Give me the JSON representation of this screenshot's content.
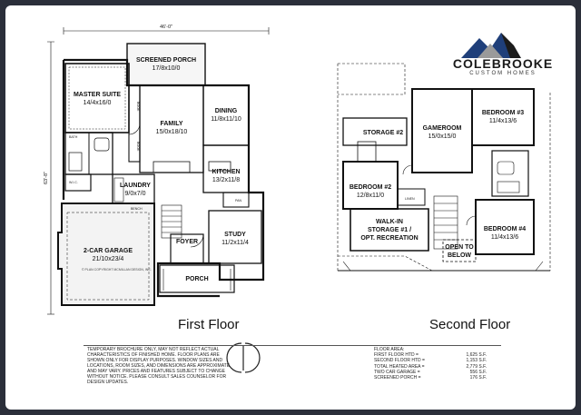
{
  "first_floor": {
    "overall_width": "46'-0\"",
    "overall_depth": "63'-8\"",
    "rooms": {
      "screened_porch": {
        "name": "SCREENED PORCH",
        "dims": "17/8x10/0"
      },
      "master_suite": {
        "name": "MASTER SUITE",
        "dims": "14/4x16/0"
      },
      "family": {
        "name": "FAMILY",
        "dims": "15/0x18/10"
      },
      "dining": {
        "name": "DINING",
        "dims": "11/8x11/10"
      },
      "kitchen": {
        "name": "KITCHEN",
        "dims": "13/2x11/8"
      },
      "laundry": {
        "name": "LAUNDRY",
        "dims": "9/0x7/0"
      },
      "garage": {
        "name": "2-CAR GARAGE",
        "dims": "21/10x23/4"
      },
      "foyer": {
        "name": "FOYER"
      },
      "study": {
        "name": "STUDY",
        "dims": "11/2x11/4"
      },
      "porch": {
        "name": "PORCH"
      }
    },
    "small_labels": {
      "bath": "BATH",
      "wic": "W.I.C.",
      "pantry": "PAN",
      "bench": "BENCH",
      "books1": "BOOK",
      "books2": "BOOK"
    },
    "label": "First Floor"
  },
  "second_floor": {
    "rooms": {
      "storage2": {
        "name": "STORAGE #2"
      },
      "gameroom": {
        "name": "GAMEROOM",
        "dims": "15/0x15/0"
      },
      "bedroom3": {
        "name": "BEDROOM #3",
        "dims": "11/4x13/6"
      },
      "bedroom2": {
        "name": "BEDROOM #2",
        "dims": "12/8x11/0"
      },
      "walkin": {
        "name": "WALK-IN",
        "line2": "STORAGE #1 /",
        "line3": "OPT. RECREATION"
      },
      "bedroom4": {
        "name": "BEDROOM #4",
        "dims": "11/4x13/6"
      },
      "open_below": {
        "name": "OPEN TO",
        "line2": "BELOW"
      }
    },
    "small_labels": {
      "linen": "LINEN"
    },
    "label": "Second Floor"
  },
  "copyright": "© PLAN COPYRIGHT MCMILLAN DESIGN, INC.",
  "disclaimer": "TEMPORARY BROCHURE ONLY, MAY NOT REFLECT ACTUAL CHARACTERISTICS OF FINISHED HOME. FLOOR PLANS ARE SHOWN ONLY FOR DISPLAY PURPOSES. WINDOW SIZES AND LOCATIONS, ROOM SIZES, AND DIMENSIONS ARE APPROXIMATE AND MAY VARY. PRICES AND FEATURES SUBJECT TO CHANGE WITHOUT NOTICE. PLEASE CONSULT SALES COUNSELOR FOR DESIGN UPDATES.",
  "floor_area": {
    "title": "FLOOR AREA:",
    "rows": [
      {
        "label": "FIRST FLOOR HTD =",
        "value": "1,625 S.F."
      },
      {
        "label": "SECOND FLOOR HTD =",
        "value": "1,153 S.F."
      },
      {
        "label": "TOTAL HEATED AREA =",
        "value": "2,779 S.F."
      },
      {
        "label": "TWO CAR GARAGE =",
        "value": "556 S.F."
      },
      {
        "label": "SCREENED PORCH =",
        "value": "176 S.F."
      }
    ]
  },
  "logo": {
    "brand": "COLEBROOKE",
    "tagline": "CUSTOM HOMES",
    "colors": {
      "blue": "#1f3f7a",
      "gray": "#9a9a9a",
      "dark": "#1b1b1b"
    }
  },
  "center_mark": "M",
  "colors": {
    "frame": "#2b2f3a",
    "sheet": "#ffffff",
    "walls": "#111111",
    "fill": "#f1f1f1"
  }
}
